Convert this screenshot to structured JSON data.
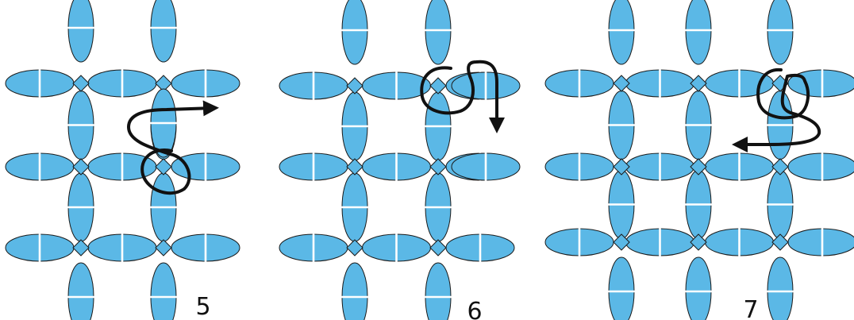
{
  "diagram": {
    "bead_color": "#5bb8e6",
    "outline_color": "#1a1a1a",
    "thread_color": "#111111",
    "panels": [
      {
        "step_label": "5",
        "thread_direction": "right"
      },
      {
        "step_label": "6",
        "thread_direction": "down"
      },
      {
        "step_label": "7",
        "thread_direction": "left"
      }
    ]
  }
}
